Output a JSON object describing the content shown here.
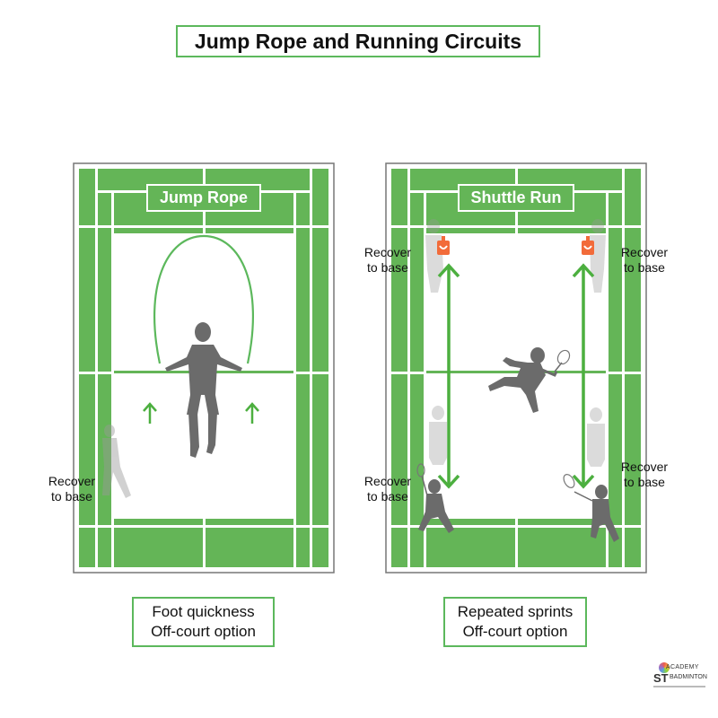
{
  "title": "Jump Rope and Running Circuits",
  "colors": {
    "court_green": "#64b557",
    "title_border": "#5cb85c",
    "line_white": "#ffffff",
    "silhouette": "#6b6b6b",
    "cone_orange": "#f26b3a",
    "arrow_green": "#4caf3f"
  },
  "panels": [
    {
      "id": "jump-rope",
      "label": "Jump Rope",
      "side_notes": [
        {
          "text_line1": "Recover",
          "text_line2": "to base",
          "position": "left-bottom"
        }
      ],
      "caption": {
        "line1": "Foot quickness",
        "line2": "Off-court option"
      },
      "icons": [
        "jump-rope-figure-icon",
        "up-arrow-icon",
        "up-arrow-icon",
        "ghost-walking-figure-icon"
      ]
    },
    {
      "id": "shuttle-run",
      "label": "Shuttle Run",
      "side_notes": [
        {
          "text_line1": "Recover",
          "text_line2": "to base",
          "position": "left-top"
        },
        {
          "text_line1": "Recover",
          "text_line2": "to base",
          "position": "right-top"
        },
        {
          "text_line1": "Recover",
          "text_line2": "to base",
          "position": "left-bottom"
        },
        {
          "text_line1": "Recover",
          "text_line2": "to base",
          "position": "right-bottom"
        }
      ],
      "caption": {
        "line1": "Repeated sprints",
        "line2": "Off-court option"
      },
      "icons": [
        "cone-icon",
        "cone-icon",
        "double-arrow-icon",
        "double-arrow-icon",
        "running-player-icon",
        "player-with-racket-icon",
        "player-with-racket-icon"
      ]
    }
  ],
  "logo": {
    "line1": "ACADEMY",
    "line2": "ST",
    "line3": "BADMINTON"
  }
}
